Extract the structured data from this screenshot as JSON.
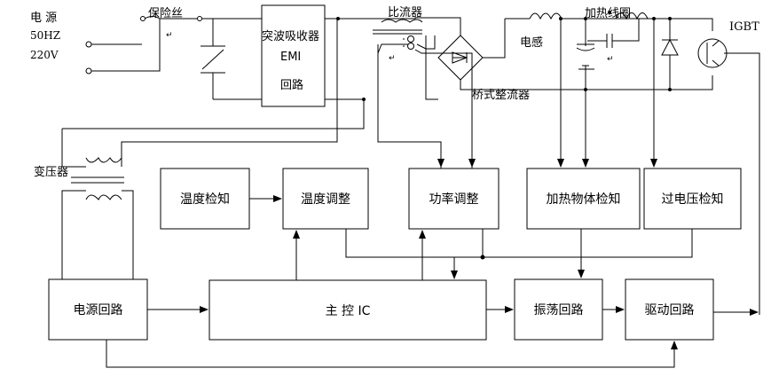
{
  "mains": {
    "label": "电 源",
    "freq": "50HZ",
    "volt": "220V"
  },
  "fuse": "保险丝",
  "emi": {
    "line1": "突波吸收器",
    "line2": "EMI",
    "line3": "回路"
  },
  "ct": "比流器",
  "inductor": "电感",
  "coil": "加热线圈",
  "igbt": "IGBT",
  "rectifier": "桥式整流器",
  "transformer": "变压器",
  "blocks": {
    "temp_sense": "温度检知",
    "temp_adjust": "温度调整",
    "power_adjust": "功率调整",
    "load_detect": "加热物体检知",
    "overvolt": "过电压检知",
    "power_supply": "电源回路",
    "main_ic": "主 控 IC",
    "oscillator": "振荡回路",
    "driver": "驱动回路"
  },
  "return_mark": "↵"
}
